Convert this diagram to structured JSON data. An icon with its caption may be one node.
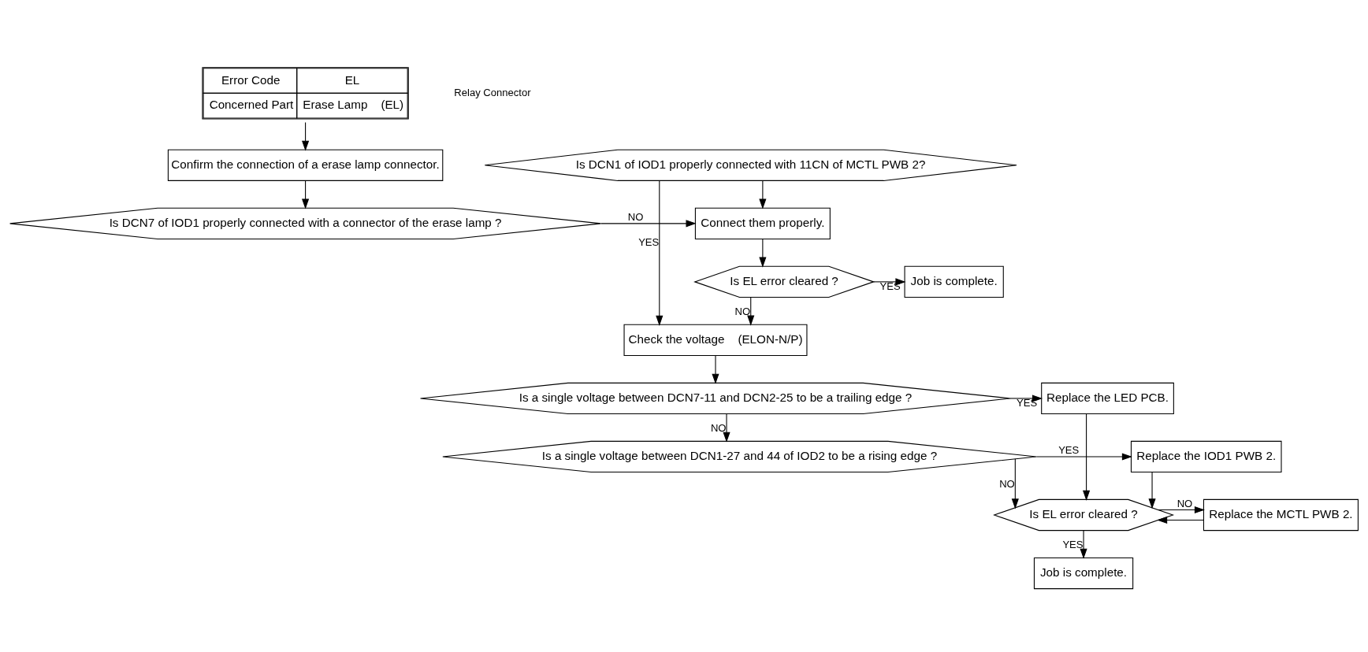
{
  "diagram": {
    "nodes": [
      {
        "text": [
          "Error Code",
          "EL",
          "Concerned Part",
          "Erase Lamp    (EL)"
        ]
      },
      {
        "text": [
          "Confirm the connection of a erase lamp connector."
        ]
      },
      {
        "text": [
          "Is DCN7 of IOD1 properly connected with a connector of the erase lamp ?"
        ]
      },
      {
        "text": [
          "Is DCN1 of IOD1 properly connected with 11CN of MCTL PWB 2?"
        ]
      },
      {
        "text": [
          "Connect them properly."
        ]
      },
      {
        "text": [
          "Is EL error cleared ?"
        ]
      },
      {
        "text": [
          "Job is complete."
        ]
      },
      {
        "text": [
          "Check the voltage    (ELON-N/P)"
        ]
      },
      {
        "text": [
          "Is a single voltage between DCN7-11 and DCN2-25 to be a trailing edge ?"
        ]
      },
      {
        "text": [
          "Is a single voltage between DCN1-27 and 44 of IOD2 to be a rising edge ?"
        ]
      },
      {
        "text": [
          "Replace the LED PCB."
        ]
      },
      {
        "text": [
          "Replace the IOD1 PWB 2."
        ]
      },
      {
        "text": [
          "Is EL error cleared ?"
        ]
      },
      {
        "text": [
          "Replace the MCTL PWB 2."
        ]
      },
      {
        "text": [
          "Job is complete."
        ]
      }
    ],
    "edges": [
      {
        "from": 0,
        "to": 1,
        "arrow": "to"
      },
      {
        "from": 1,
        "to": 2,
        "arrow": "to"
      },
      {
        "from": 2,
        "to": 4,
        "arrow": "to",
        "label": "NO"
      },
      {
        "from": 3,
        "to": 4,
        "arrow": "to"
      },
      {
        "from": 3,
        "to": 7,
        "arrow": "to",
        "label": "YES"
      },
      {
        "from": 4,
        "to": 5,
        "arrow": "to"
      },
      {
        "from": 5,
        "to": 6,
        "arrow": "to",
        "label": "YES"
      },
      {
        "from": 5,
        "to": 7,
        "arrow": "to",
        "label": "NO"
      },
      {
        "from": 7,
        "to": 8,
        "arrow": "to"
      },
      {
        "from": 8,
        "to": 10,
        "arrow": "to",
        "label": "YES"
      },
      {
        "from": 8,
        "to": 9,
        "arrow": "to",
        "label": "NO"
      },
      {
        "from": 9,
        "to": 11,
        "arrow": "to",
        "label": "YES"
      },
      {
        "from": 9,
        "to": 12,
        "arrow": "to",
        "label": "NO"
      },
      {
        "from": 10,
        "to": 12,
        "arrow": "to"
      },
      {
        "from": 11,
        "to": 12,
        "arrow": "to"
      },
      {
        "from": 12,
        "to": 13,
        "arrow": "to",
        "label": "NO"
      },
      {
        "from": 13,
        "to": 12,
        "arrow": "to"
      },
      {
        "from": 12,
        "to": 14,
        "arrow": "to",
        "label": "YES"
      }
    ],
    "labels": [
      "Relay Connector"
    ]
  }
}
